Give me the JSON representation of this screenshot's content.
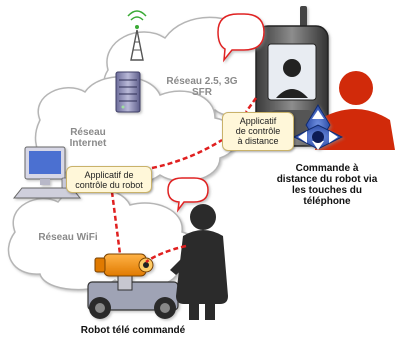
{
  "labels": {
    "network_3g": "Réseau 2.5, 3G",
    "network_3g_operator": "SFR",
    "internet_l1": "Réseau",
    "internet_l2": "Internet",
    "wifi": "Réseau WiFi",
    "robot_caption": "Robot télé commandé",
    "command_l1": "Commande à",
    "command_l2": "distance du robot via",
    "command_l3": "les touches du",
    "command_l4": "téléphone"
  },
  "boxes": {
    "robot_app_l1": "Applicatif de",
    "robot_app_l2": "contrôle du robot",
    "remote_app_l1": "Applicatif",
    "remote_app_l2": "de contrôle",
    "remote_app_l3": "à distance"
  },
  "colors": {
    "link_red": "#e02020",
    "person_dark": "#2b2b2b",
    "person_red": "#d12a0a",
    "cloud_fill": "#ffffff",
    "cloud_stroke": "#b5b5b5",
    "box_fill": "#fff7d9",
    "dpad_blue": "#1f3f9c"
  },
  "icons": [
    "antenna-tower-icon",
    "server-icon",
    "computer-icon",
    "mobile-phone-icon",
    "robot-icon",
    "person-icon",
    "dpad-icon",
    "speech-bubble-icon"
  ]
}
